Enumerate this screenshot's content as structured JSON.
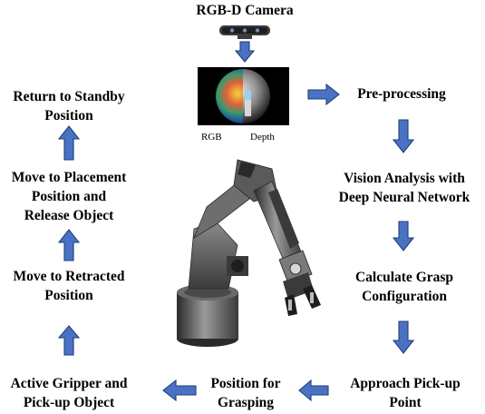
{
  "title": "RGB-D Camera",
  "captions": {
    "rgb": "RGB",
    "depth": "Depth"
  },
  "steps": {
    "preprocessing": "Pre-processing",
    "vision": "Vision Analysis with\nDeep Neural Network",
    "grasp": "Calculate Grasp\nConfiguration",
    "approach": "Approach Pick-up\nPoint",
    "position": "Position for\nGrasping",
    "gripper": "Active Gripper and\nPick-up Object",
    "retract": "Move to Retracted\nPosition",
    "placement": "Move to Placement\nPosition and\nRelease Object",
    "standby": "Return to Standby\nPosition"
  },
  "colors": {
    "arrow_fill": "#4a72c4",
    "arrow_stroke": "#1f3f7a",
    "robot_body": "#5a5a5a",
    "robot_dark": "#2a2a2a"
  },
  "icons": [
    "rgbd-camera-icon",
    "rgb-depth-image",
    "robot-arm-image"
  ]
}
